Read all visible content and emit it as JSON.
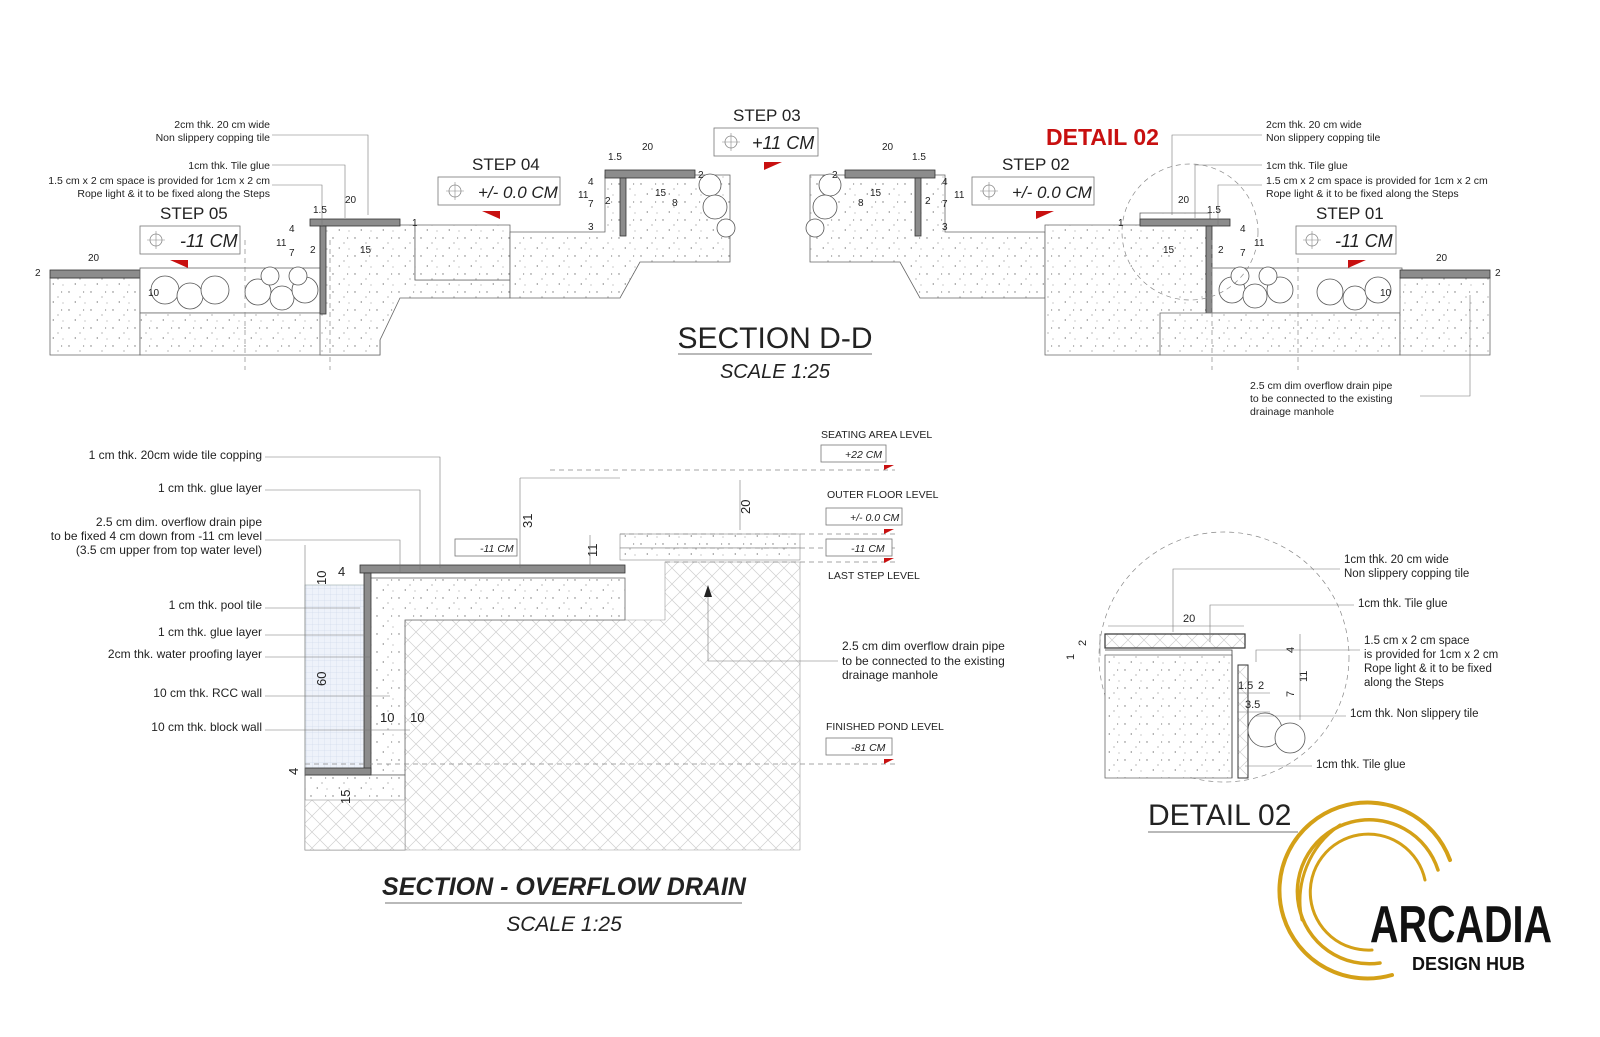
{
  "section_dd": {
    "title": "SECTION D-D",
    "scale": "SCALE 1:25",
    "detail_callout": "DETAIL 02",
    "steps": [
      {
        "name": "STEP 05",
        "level": "-11 CM"
      },
      {
        "name": "STEP 04",
        "level": "+/- 0.0 CM"
      },
      {
        "name": "STEP 03",
        "level": "+11 CM"
      },
      {
        "name": "STEP 02",
        "level": "+/- 0.0 CM"
      },
      {
        "name": "STEP 01",
        "level": "-11 CM"
      }
    ],
    "notes_left": [
      "2cm thk. 20 cm wide",
      "Non slippery copping tile",
      "1cm thk. Tile glue",
      "1.5 cm x 2 cm space is provided for 1cm x 2 cm",
      "Rope light & it to be fixed along the Steps"
    ],
    "notes_right": [
      "2cm thk. 20 cm wide",
      "Non slippery copping tile",
      "1cm thk. Tile glue",
      "1.5 cm x 2 cm space is provided for 1cm x 2 cm",
      "Rope light & it to be fixed along the Steps"
    ],
    "drain_note": [
      "2.5 cm dim overflow drain pipe",
      "to be connected to the existing",
      "drainage manhole"
    ],
    "dims": {
      "d20": "20",
      "d15": "15",
      "d1_5": "1.5",
      "d2": "2",
      "d4": "4",
      "d7": "7",
      "d11": "11",
      "d10": "10",
      "d3": "3",
      "d8": "8",
      "d1": "1"
    }
  },
  "section_overflow": {
    "title": "SECTION - OVERFLOW DRAIN",
    "scale": "SCALE 1:25",
    "left_notes": [
      "1 cm thk. 20cm wide  tile copping",
      "1 cm thk. glue layer",
      "2.5 cm dim. overflow drain pipe",
      "to be fixed 4 cm down from -11 cm level",
      "(3.5 cm upper from top water level)",
      "1 cm thk. pool tile",
      "1 cm thk. glue layer",
      "2cm thk. water proofing layer",
      "10 cm thk. RCC wall",
      "10 cm thk. block wall"
    ],
    "levels": [
      {
        "label": "SEATING AREA LEVEL",
        "value": "+22 CM"
      },
      {
        "label": "OUTER FLOOR LEVEL",
        "value": "+/- 0.0 CM"
      },
      {
        "label": "LAST STEP LEVEL",
        "value": "-11 CM"
      },
      {
        "label": "FINISHED POND LEVEL",
        "value": "-81 CM"
      }
    ],
    "inline_level": "-11 CM",
    "drain_note": [
      "2.5 cm dim overflow drain pipe",
      "to be connected to the existing",
      "drainage manhole"
    ],
    "dims": {
      "d31": "31",
      "d20": "20",
      "d11": "11",
      "d10": "10",
      "d4": "4",
      "d60": "60",
      "d10a": "10",
      "d10b": "10",
      "d4b": "4",
      "d15": "15"
    }
  },
  "detail_02": {
    "title": "DETAIL 02",
    "notes": [
      "1cm thk. 20 cm wide",
      "Non slippery copping tile",
      "1cm thk. Tile glue",
      "1.5 cm x 2 cm space",
      "is provided for 1cm x 2 cm",
      "Rope light & it to be fixed",
      "along the Steps",
      "1cm thk. Non slippery tile",
      "1cm thk. Tile glue"
    ],
    "dims": {
      "d20": "20",
      "d2": "2",
      "d1": "1",
      "d4": "4",
      "d11": "11",
      "d1_5": "1.5",
      "d2b": "2",
      "d3_5": "3.5",
      "d7": "7"
    }
  },
  "brand": {
    "name": "ARCADIA",
    "tagline": "DESIGN HUB",
    "accent": "#d4a017"
  },
  "colors": {
    "callout_red": "#c81010"
  }
}
